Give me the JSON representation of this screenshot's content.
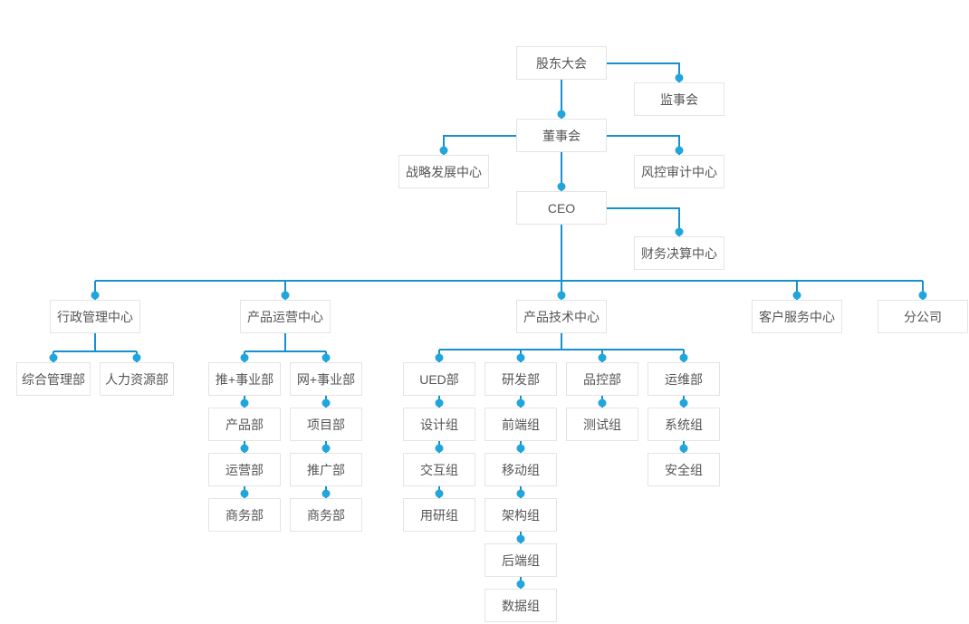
{
  "diagram": {
    "type": "org-chart",
    "colors": {
      "line": "#1790cf",
      "dot": "#20a5dc",
      "node_border": "#e4e4e4",
      "node_bg": "#ffffff",
      "node_text": "#555555",
      "canvas_bg": "#ffffff"
    },
    "nodes": [
      {
        "id": "shareholders-meeting",
        "label": "股东大会"
      },
      {
        "id": "supervisory-board",
        "label": "监事会"
      },
      {
        "id": "board-of-directors",
        "label": "董事会"
      },
      {
        "id": "strategy-development-center",
        "label": "战略发展中心"
      },
      {
        "id": "risk-audit-center",
        "label": "风控审计中心"
      },
      {
        "id": "ceo",
        "label": "CEO"
      },
      {
        "id": "financial-accounting-center",
        "label": "财务决算中心"
      },
      {
        "id": "admin-management-center",
        "label": "行政管理中心"
      },
      {
        "id": "product-operation-center",
        "label": "产品运营中心"
      },
      {
        "id": "product-technology-center",
        "label": "产品技术中心"
      },
      {
        "id": "customer-service-center",
        "label": "客户服务中心"
      },
      {
        "id": "branch-company",
        "label": "分公司"
      },
      {
        "id": "general-management-dept",
        "label": "综合管理部"
      },
      {
        "id": "human-resources-dept",
        "label": "人力资源部"
      },
      {
        "id": "tui-plus-division",
        "label": "推+事业部"
      },
      {
        "id": "wang-plus-division",
        "label": "网+事业部"
      },
      {
        "id": "ued-dept",
        "label": "UED部"
      },
      {
        "id": "rd-dept",
        "label": "研发部"
      },
      {
        "id": "qc-dept",
        "label": "品控部"
      },
      {
        "id": "ops-dept",
        "label": "运维部"
      },
      {
        "id": "product-dept",
        "label": "产品部"
      },
      {
        "id": "project-dept",
        "label": "项目部"
      },
      {
        "id": "design-team",
        "label": "设计组"
      },
      {
        "id": "frontend-team",
        "label": "前端组"
      },
      {
        "id": "testing-team",
        "label": "测试组"
      },
      {
        "id": "system-team",
        "label": "系统组"
      },
      {
        "id": "operation-dept",
        "label": "运营部"
      },
      {
        "id": "promotion-dept",
        "label": "推广部"
      },
      {
        "id": "interaction-team",
        "label": "交互组"
      },
      {
        "id": "mobile-team",
        "label": "移动组"
      },
      {
        "id": "security-team",
        "label": "安全组"
      },
      {
        "id": "business-dept-1",
        "label": "商务部"
      },
      {
        "id": "business-dept-2",
        "label": "商务部"
      },
      {
        "id": "user-research-team",
        "label": "用研组"
      },
      {
        "id": "architecture-team",
        "label": "架构组"
      },
      {
        "id": "backend-team",
        "label": "后端组"
      },
      {
        "id": "data-team",
        "label": "数据组"
      }
    ],
    "edges": [
      [
        "股东大会",
        "监事会"
      ],
      [
        "股东大会",
        "董事会"
      ],
      [
        "董事会",
        "战略发展中心"
      ],
      [
        "董事会",
        "风控审计中心"
      ],
      [
        "董事会",
        "CEO"
      ],
      [
        "CEO",
        "财务决算中心"
      ],
      [
        "CEO",
        "行政管理中心"
      ],
      [
        "CEO",
        "产品运营中心"
      ],
      [
        "CEO",
        "产品技术中心"
      ],
      [
        "CEO",
        "客户服务中心"
      ],
      [
        "CEO",
        "分公司"
      ],
      [
        "行政管理中心",
        "综合管理部"
      ],
      [
        "行政管理中心",
        "人力资源部"
      ],
      [
        "产品运营中心",
        "推+事业部"
      ],
      [
        "产品运营中心",
        "网+事业部"
      ],
      [
        "推+事业部",
        "产品部"
      ],
      [
        "产品部",
        "运营部"
      ],
      [
        "运营部",
        "商务部"
      ],
      [
        "网+事业部",
        "项目部"
      ],
      [
        "项目部",
        "推广部"
      ],
      [
        "推广部",
        "商务部"
      ],
      [
        "产品技术中心",
        "UED部"
      ],
      [
        "产品技术中心",
        "研发部"
      ],
      [
        "产品技术中心",
        "品控部"
      ],
      [
        "产品技术中心",
        "运维部"
      ],
      [
        "UED部",
        "设计组"
      ],
      [
        "设计组",
        "交互组"
      ],
      [
        "交互组",
        "用研组"
      ],
      [
        "研发部",
        "前端组"
      ],
      [
        "前端组",
        "移动组"
      ],
      [
        "移动组",
        "架构组"
      ],
      [
        "架构组",
        "后端组"
      ],
      [
        "后端组",
        "数据组"
      ],
      [
        "品控部",
        "测试组"
      ],
      [
        "运维部",
        "系统组"
      ],
      [
        "系统组",
        "安全组"
      ]
    ]
  }
}
